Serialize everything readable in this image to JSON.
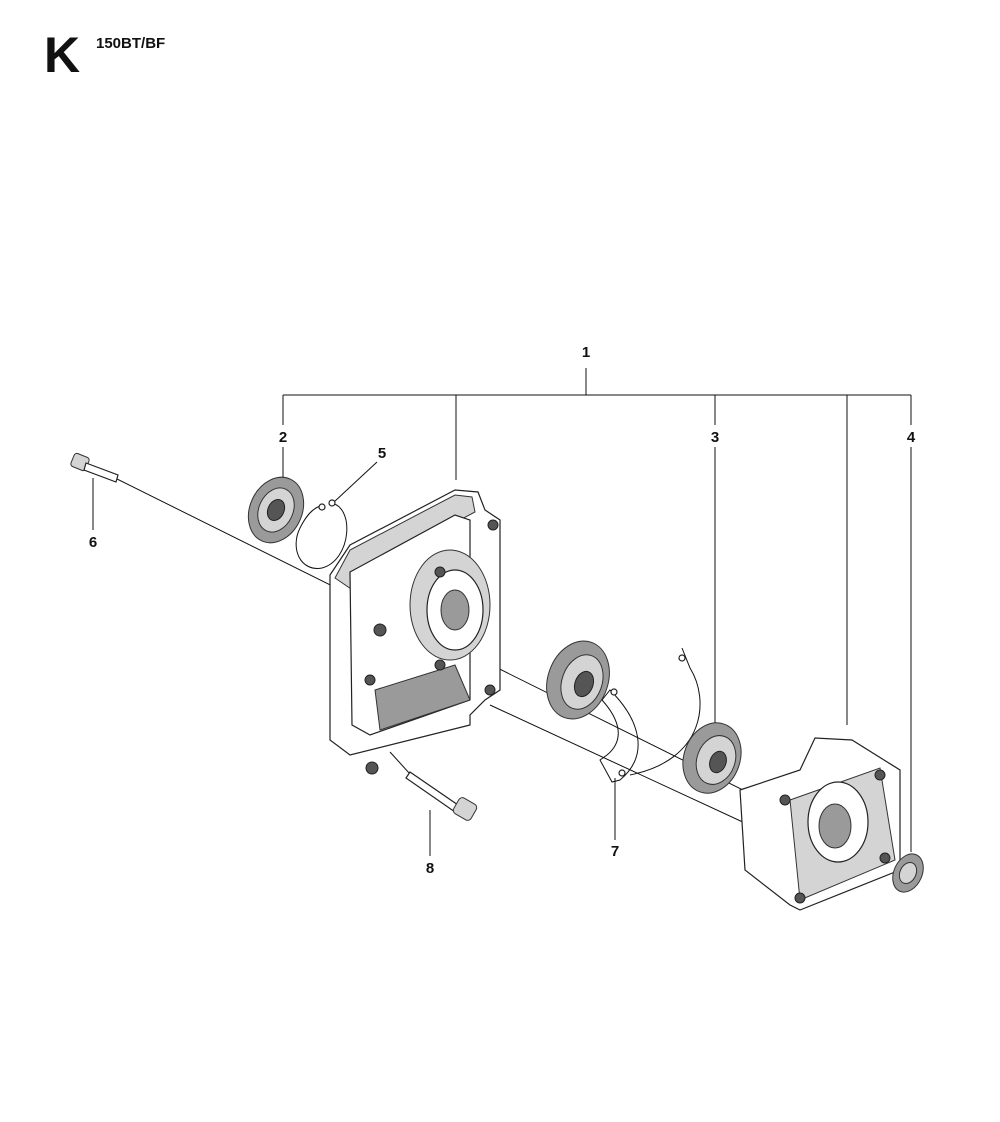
{
  "header": {
    "section_letter": "K",
    "model": "150BT/BF"
  },
  "callouts": [
    {
      "id": "1",
      "label": "1"
    },
    {
      "id": "2",
      "label": "2"
    },
    {
      "id": "3",
      "label": "3"
    },
    {
      "id": "4",
      "label": "4"
    },
    {
      "id": "5",
      "label": "5"
    },
    {
      "id": "6",
      "label": "6"
    },
    {
      "id": "7",
      "label": "7"
    },
    {
      "id": "8",
      "label": "8"
    }
  ],
  "parts": [
    {
      "callout": "1",
      "icon": "crankcase-assembly-icon"
    },
    {
      "callout": "2",
      "icon": "seal-ring-icon"
    },
    {
      "callout": "3",
      "icon": "ball-bearing-icon"
    },
    {
      "callout": "4",
      "icon": "seal-ring-icon"
    },
    {
      "callout": "5",
      "icon": "circlip-icon"
    },
    {
      "callout": "6",
      "icon": "screw-icon"
    },
    {
      "callout": "7",
      "icon": "gasket-icon"
    },
    {
      "callout": "8",
      "icon": "screw-icon"
    }
  ]
}
